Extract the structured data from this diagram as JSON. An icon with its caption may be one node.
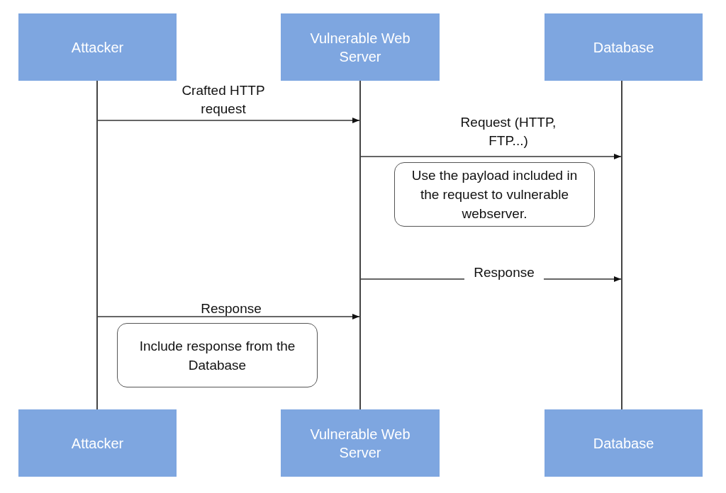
{
  "diagram": {
    "nodes": [
      {
        "text": [
          "Attacker"
        ]
      },
      {
        "text": [
          "Vulnerable Web Server"
        ]
      },
      {
        "text": [
          "Database"
        ]
      },
      {
        "text": [],
        "shape": "line"
      },
      {
        "text": [],
        "shape": "line"
      },
      {
        "text": [],
        "shape": "line"
      },
      {
        "text": [
          "Use the payload included in the request to vulnerable webserver."
        ]
      },
      {
        "text": [
          "Include response from the Database"
        ]
      },
      {
        "text": [
          "Attacker"
        ]
      },
      {
        "text": [
          "Vulnerable Web Server"
        ]
      },
      {
        "text": [
          "Database"
        ]
      }
    ],
    "edges": [
      {
        "from": 3,
        "to": 4,
        "arrow": "to",
        "label": "Crafted HTTP request"
      },
      {
        "from": 4,
        "to": 5,
        "arrow": "to",
        "label": "Request (HTTP, FTP...)"
      },
      {
        "from": 4,
        "to": 5,
        "arrow": "to",
        "label": "Response"
      },
      {
        "from": 3,
        "to": 4,
        "arrow": "to",
        "label": "Response"
      }
    ]
  }
}
